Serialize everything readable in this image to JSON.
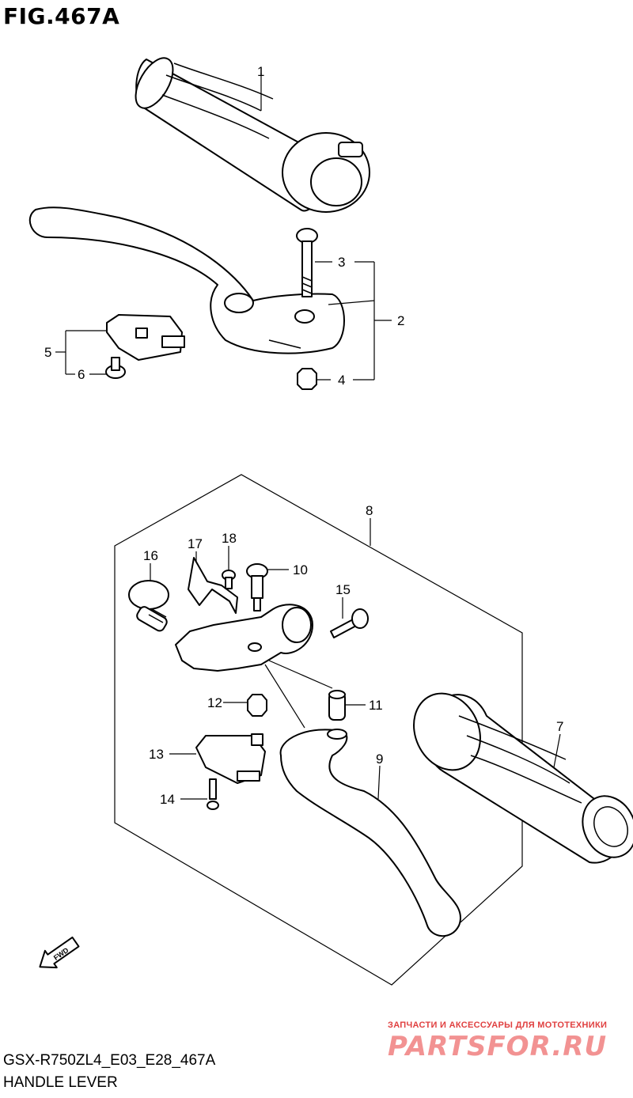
{
  "header": {
    "figure_title": "FIG.467A"
  },
  "callouts": {
    "c1": "1",
    "c2": "2",
    "c3": "3",
    "c4": "4",
    "c5": "5",
    "c6": "6",
    "c7": "7",
    "c8": "8",
    "c9": "9",
    "c10": "10",
    "c11": "11",
    "c12": "12",
    "c13": "13",
    "c14": "14",
    "c15": "15",
    "c16": "16",
    "c17": "17",
    "c18": "18"
  },
  "fwd_label": "FWD",
  "footer": {
    "model_code": "GSX-R750ZL4_E03_E28_467A",
    "section_title": "HANDLE LEVER"
  },
  "watermark": {
    "tagline": "ЗАПЧАСТИ И АКСЕССУАРЫ ДЛЯ МОТОТЕХНИКИ",
    "logo": "PARTSFOR.RU"
  }
}
